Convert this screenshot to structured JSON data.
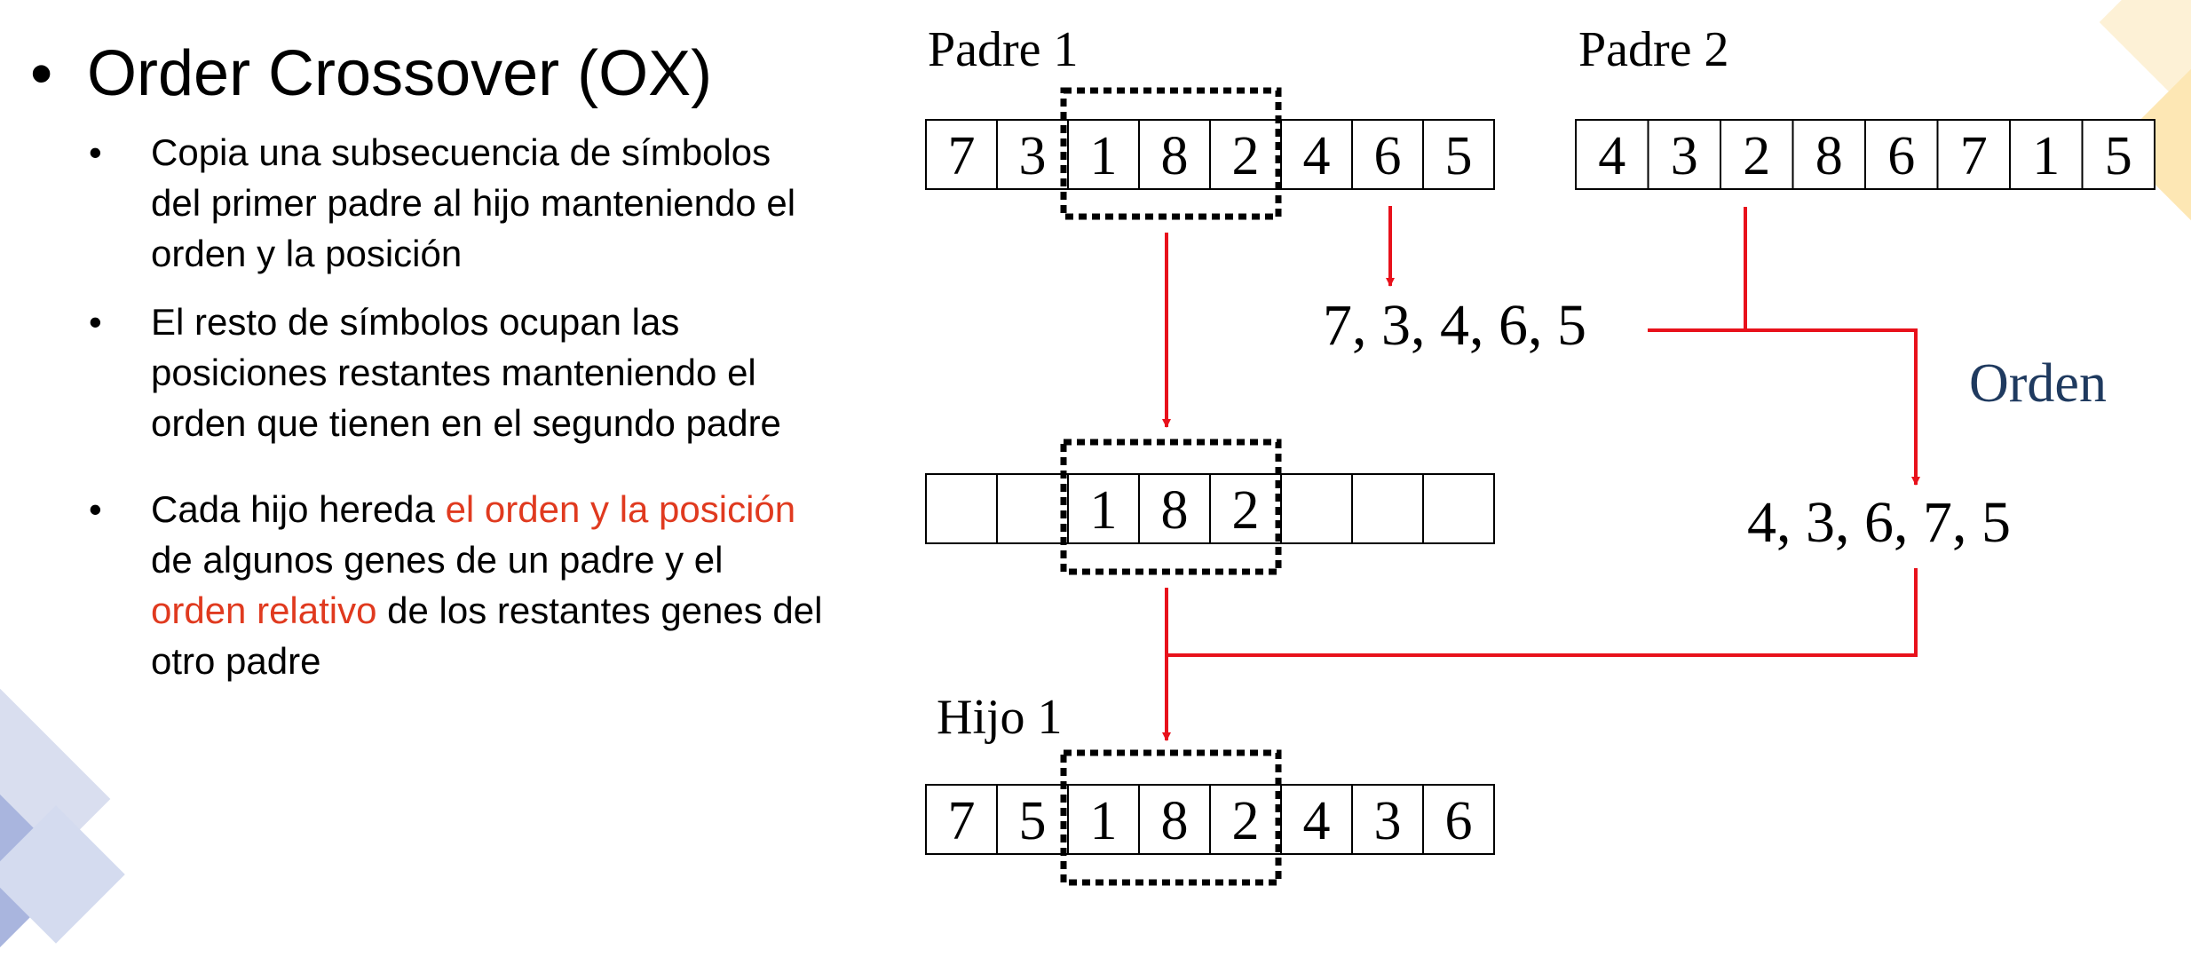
{
  "title": "Order Crossover (OX)",
  "bullets": [
    {
      "parts": [
        "Copia una subsecuencia de símbolos del primer padre al hijo manteniendo el orden y la posición"
      ]
    },
    {
      "parts": [
        "El resto de símbolos ocupan las posiciones restantes manteniendo el orden que tienen en el segundo padre"
      ]
    },
    {
      "parts": [
        "Cada hijo hereda ",
        "el orden y la posición",
        " de algunos genes de un padre y el ",
        "orden relativo",
        " de los restantes genes del otro padre"
      ]
    }
  ],
  "colors": {
    "accent_red": "#e03a1f",
    "arrow_red": "#e8111b",
    "orden_blue": "#1f3a5f"
  },
  "diagram": {
    "parent1": {
      "label": "Padre 1",
      "genes": [
        "7",
        "3",
        "1",
        "8",
        "2",
        "4",
        "6",
        "5"
      ]
    },
    "parent2": {
      "label": "Padre 2",
      "genes": [
        "4",
        "3",
        "2",
        "8",
        "6",
        "7",
        "1",
        "5"
      ]
    },
    "partial_child": {
      "genes": [
        "",
        "",
        "1",
        "8",
        "2",
        "",
        "",
        ""
      ]
    },
    "child1": {
      "label": "Hijo 1",
      "genes": [
        "7",
        "5",
        "1",
        "8",
        "2",
        "4",
        "3",
        "6"
      ]
    },
    "remaining_seq": "7, 3, 4, 6, 5",
    "ordered_seq": "4, 3, 6, 7, 5",
    "orden_label": "Orden"
  }
}
